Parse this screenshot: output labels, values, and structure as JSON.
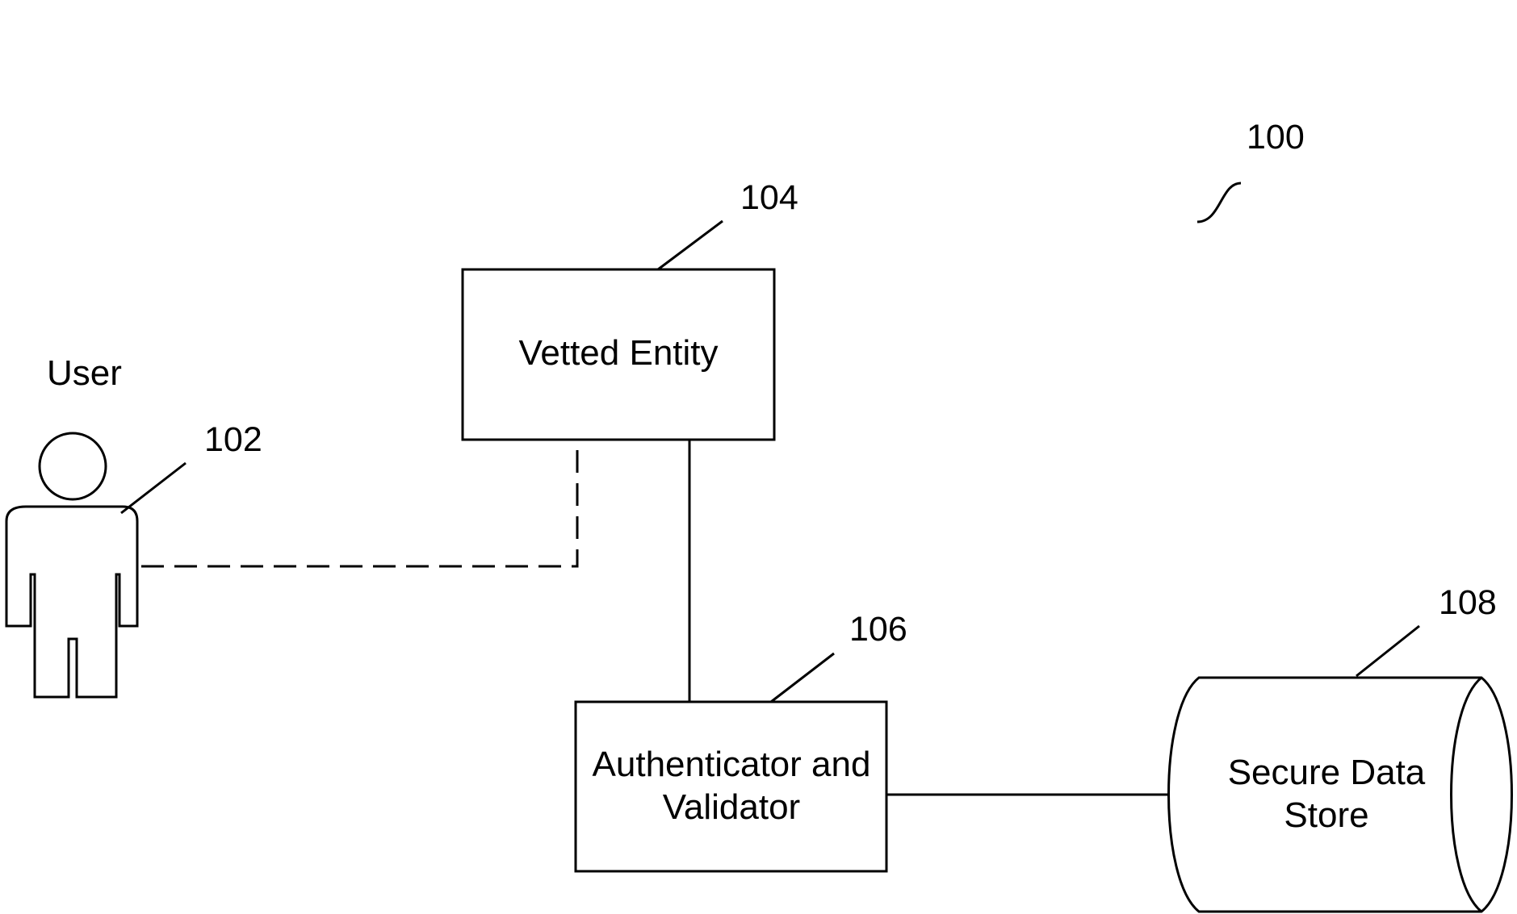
{
  "figure": {
    "number": "100"
  },
  "user": {
    "label": "User",
    "ref": "102"
  },
  "vetted_entity": {
    "label": "Vetted Entity",
    "ref": "104"
  },
  "authenticator": {
    "label_line1": "Authenticator and",
    "label_line2": "Validator",
    "ref": "106"
  },
  "secure_data_store": {
    "label_line1": "Secure Data",
    "label_line2": "Store",
    "ref": "108"
  },
  "connections": [
    {
      "from": "user",
      "to": "vetted_entity",
      "style": "dashed"
    },
    {
      "from": "vetted_entity",
      "to": "authenticator",
      "style": "solid"
    },
    {
      "from": "authenticator",
      "to": "secure_data_store",
      "style": "solid"
    }
  ]
}
